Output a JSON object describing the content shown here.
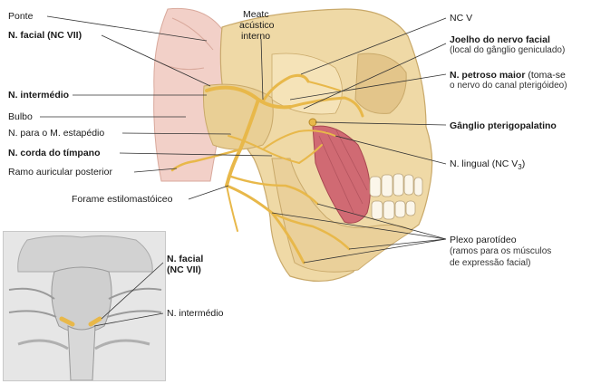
{
  "labels": {
    "ponte": "Ponte",
    "n_facial": "N. facial (NC VII)",
    "n_intermedio": "N. intermédio",
    "bulbo": "Bulbo",
    "n_estapedio": "N. para o M. estapédio",
    "n_corda": "N. corda do tímpano",
    "ramo_auricular": "Ramo auricular posterior",
    "forame": "Forame estilomastóiceo",
    "meato_1": "Meatc",
    "meato_2": "acústico",
    "meato_3": "interno",
    "nc_v": "NC V",
    "joelho_title": "Joelho do nervo facial",
    "joelho_sub": "(local do gânglio geniculado)",
    "petroso_title": "N. petroso maior",
    "petroso_sub_1": "(toma-se",
    "petroso_sub_2": "o nervo do canal pterigóideo)",
    "ganglio": "Gânglio pterigopalatino",
    "lingual_main": "N. lingual (NC V",
    "lingual_sub": "3",
    "lingual_close": ")",
    "plexo_title": "Plexo parotídeo",
    "plexo_sub_1": "(ramos para os músculos",
    "plexo_sub_2": "de expressão facial)"
  },
  "inset": {
    "n_facial_1": "N. facial",
    "n_facial_2": "(NC VII)",
    "n_intermedio": "N. intermédio"
  },
  "colors": {
    "nerve": "#e8b84a",
    "bone": "#efd9a6",
    "muscle": "#d06a73",
    "inset_bg": "#e8e8e8"
  }
}
